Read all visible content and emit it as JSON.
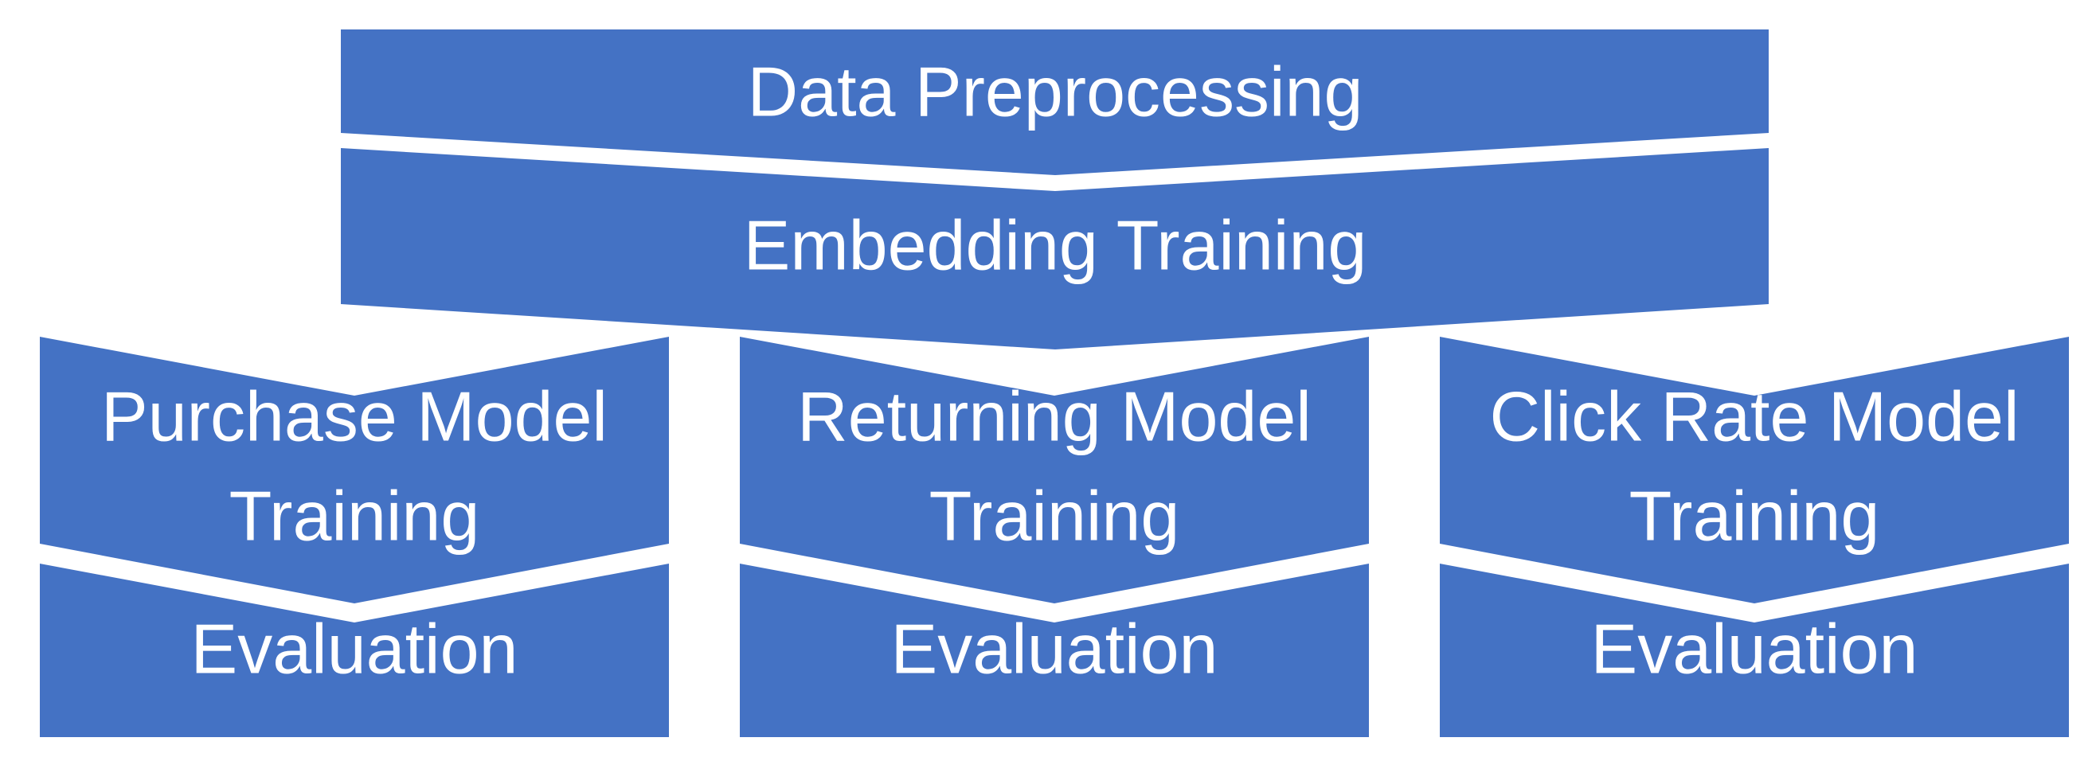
{
  "theme": {
    "fill_color": "#4472C4",
    "text_color": "#FFFFFF",
    "background": "#FFFFFF"
  },
  "pipeline": {
    "preprocessing": "Data Preprocessing",
    "embedding": "Embedding Training",
    "branches": [
      {
        "model_line1": "Purchase Model",
        "model_line2": "Training",
        "evaluation": "Evaluation"
      },
      {
        "model_line1": "Returning Model",
        "model_line2": "Training",
        "evaluation": "Evaluation"
      },
      {
        "model_line1": "Click Rate Model",
        "model_line2": "Training",
        "evaluation": "Evaluation"
      }
    ]
  }
}
